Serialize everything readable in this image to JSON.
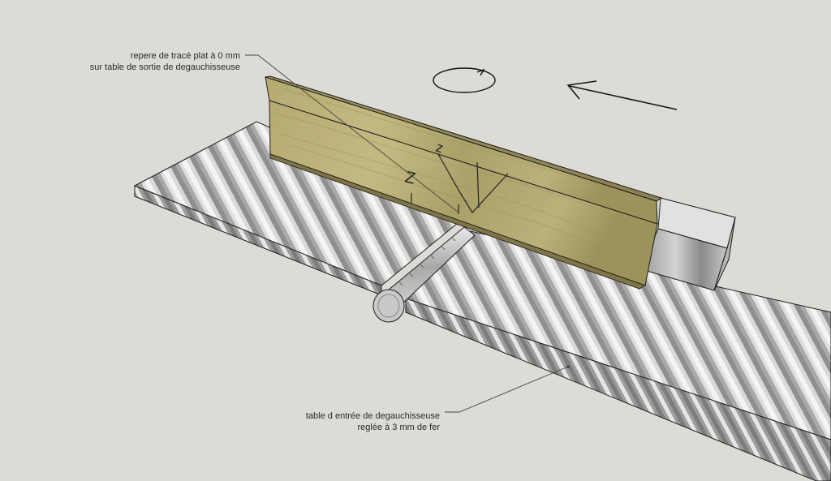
{
  "annotations": {
    "outfeed_line1": "repere de tracé plat à 0 mm",
    "outfeed_line2": "sur table de sortie de degauchisseuse",
    "infeed_line1": "table d entrée de degauchisseuse",
    "infeed_line2": "reglée à 3 mm de fer"
  },
  "sketch_marks": {
    "pencil_mark_1": "z",
    "pencil_mark_2": "Z"
  },
  "colors": {
    "background": "#dcdbd6",
    "steel_light": "#f2f2f2",
    "steel_dark": "#8d8d8d",
    "wood_light": "#bdb27a",
    "wood_dark": "#8f8550",
    "outline": "#1e1e1e"
  },
  "icons": [
    "rotation-arrow-icon",
    "feed-direction-arrow-icon"
  ]
}
